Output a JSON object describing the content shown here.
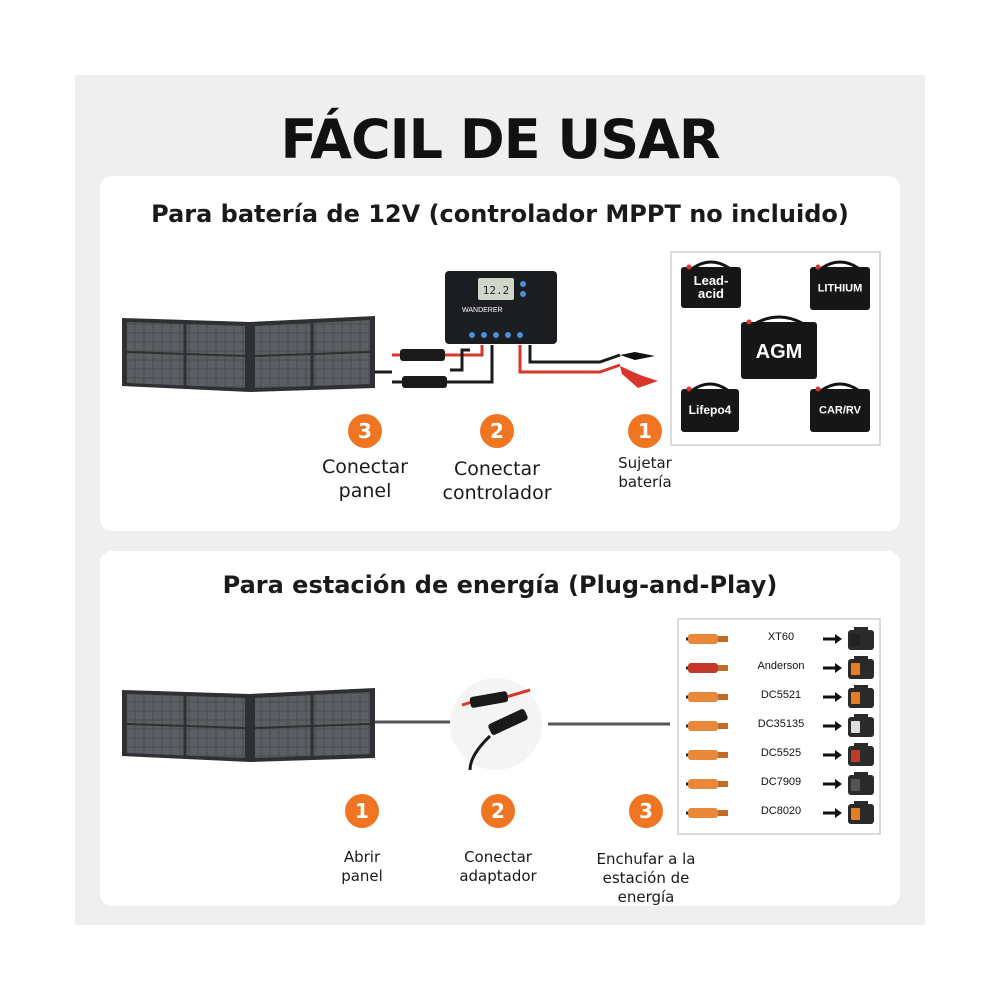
{
  "header": {
    "title": "FÁCIL DE USAR"
  },
  "section_battery": {
    "title": "Para batería de 12V (controlador MPPT no incluido)",
    "controller": {
      "brand": "WANDERER",
      "display": "12.2"
    },
    "steps": [
      {
        "number": "3",
        "line1": "Conectar",
        "line2": "panel"
      },
      {
        "number": "2",
        "line1": "Conectar",
        "line2": "controlador"
      },
      {
        "number": "1",
        "line1": "Sujetar",
        "line2": "batería"
      }
    ],
    "battery_types": [
      {
        "line1": "Lead-",
        "line2": "acid"
      },
      {
        "line1": "LITHIUM",
        "line2": ""
      },
      {
        "line1": "AGM",
        "line2": ""
      },
      {
        "line1": "Lifepo4",
        "line2": ""
      },
      {
        "line1": "CAR/RV",
        "line2": ""
      }
    ]
  },
  "section_station": {
    "title": "Para estación de energía (Plug-and-Play)",
    "steps": [
      {
        "number": "1",
        "line1": "Abrir",
        "line2": "panel",
        "line3": ""
      },
      {
        "number": "2",
        "line1": "Conectar",
        "line2": "adaptador",
        "line3": ""
      },
      {
        "number": "3",
        "line1": "Enchufar a la",
        "line2": "estación de",
        "line3": "energía"
      }
    ],
    "connectors": [
      {
        "name": "XT60",
        "plug_color": "#e8883a",
        "device_accent": "#222222"
      },
      {
        "name": "Anderson",
        "plug_color": "#c0392b",
        "device_accent": "#e67e22"
      },
      {
        "name": "DC5521",
        "plug_color": "#e8883a",
        "device_accent": "#e67e22"
      },
      {
        "name": "DC35135",
        "plug_color": "#e8883a",
        "device_accent": "#dddddd"
      },
      {
        "name": "DC5525",
        "plug_color": "#e8883a",
        "device_accent": "#c0392b"
      },
      {
        "name": "DC7909",
        "plug_color": "#e8883a",
        "device_accent": "#555555"
      },
      {
        "name": "DC8020",
        "plug_color": "#e8883a",
        "device_accent": "#e67e22"
      }
    ]
  },
  "colors": {
    "accent": "#f07522",
    "panel": "#3d3f43",
    "cable_red": "#d9362b",
    "cable_black": "#1a1a1a"
  }
}
